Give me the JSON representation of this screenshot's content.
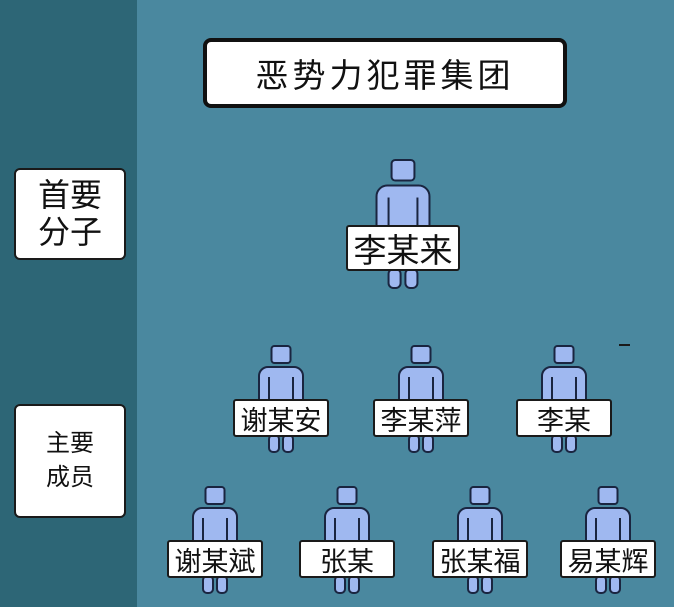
{
  "title": "恶势力犯罪集团",
  "groups": {
    "leader_label": "首要\n分子",
    "members_label": "主要\n成员"
  },
  "leader": {
    "name": "李某来",
    "icon": "person-icon"
  },
  "members_row1": [
    {
      "name": "谢某安",
      "icon": "person-icon"
    },
    {
      "name": "李某萍",
      "icon": "person-icon"
    },
    {
      "name": "李某",
      "icon": "person-icon"
    }
  ],
  "members_row2": [
    {
      "name": "谢某斌",
      "icon": "person-icon"
    },
    {
      "name": "张某",
      "icon": "person-icon"
    },
    {
      "name": "张某福",
      "icon": "person-icon"
    },
    {
      "name": "易某辉",
      "icon": "person-icon"
    }
  ],
  "colors": {
    "background": "#4a889f",
    "sidebar": "#2d6676",
    "figure_fill": "#9fb8f0",
    "figure_stroke": "#1a2540"
  }
}
